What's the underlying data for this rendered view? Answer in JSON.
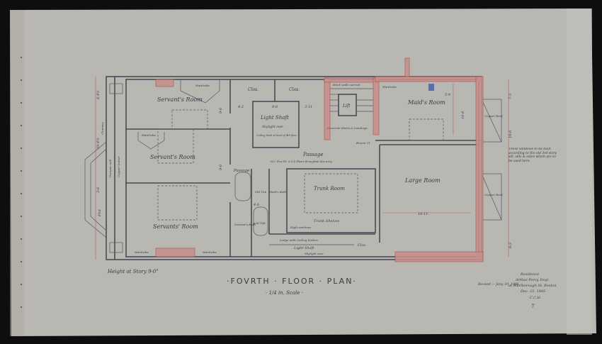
{
  "drawing": {
    "title": "·FOVRTH · FLOOR · PLAN·",
    "scale": "· 1/4 in. Scale ·",
    "story_height": "Height at Story 9-0\"",
    "rooms": {
      "servants_room_1": "Servant's Room",
      "servants_room_2": "Servant's Room",
      "servants_room_3": "Servants' Room",
      "clos_1": "Clos.",
      "clos_2": "Clos.",
      "light_shaft": "Light Shaft",
      "skylight": "Skylight over",
      "ceiling_sash": "Ceiling Sash at level of 4th floor",
      "lift": "Lift",
      "stairs": "Concrete Stairs & Landings",
      "brick": "Brick walls carried",
      "maids_room": "Maid's Room",
      "passage": "Passage",
      "passage_2": "Passage",
      "floor_note": "H.C. Pine Flr. & S.P. Floors throughout this story",
      "broom_cl": "Broom Cl.",
      "trunk_room": "Trunk Room",
      "trunk_shelves": "Trunk Shelves",
      "large_room": "Large Room",
      "copper_roof_1": "Copper Roof",
      "copper_roof_2": "Copper Roof",
      "servants_bath": "Servant's Bath",
      "old_tub": "Old Tub",
      "maids_bath": "Maid's Bath",
      "tub": "and Tub",
      "ledge": "Ledge with Ceiling Sashes",
      "light_shaft_2": "Light Shaft",
      "skylight_2": "Skylight over",
      "clos_3": "Clos.",
      "wardrobe_1": "Wardrobe",
      "wardrobe_2": "Wardrobe",
      "wardrobe_3": "Wardrobe",
      "wardrobe_4": "Wardrobe",
      "wardrobe_5": "Wardrobe",
      "chimney": "Chimney",
      "parapet": "Parapet wall",
      "gutter": "Copper Gutter",
      "flat": "Flat",
      "high_windows": "High windows"
    },
    "dimensions": {
      "d1": "6-4½",
      "d2": "10-4½",
      "d3": "3-6",
      "d4": "9-6",
      "d5": "9-6",
      "d6": "8-6",
      "d7": "4-2",
      "d8": "3-11",
      "d9": "18-11",
      "d10": "10-8",
      "d11": "7-3",
      "d12": "10-0",
      "d13": "6-3",
      "d14": "5-9",
      "d15": "4-6"
    },
    "side_note": "These windows to be built according to the old 3rd story sill, sills & sides which are to be used here.",
    "title_block": {
      "revised": "Revised — Jany. 10, 1906",
      "line1": "Residence",
      "line2": "Arthur Perry, Esqr.",
      "line3": "at Marlborough St. Boston",
      "line4": "Dec. 23, 1905",
      "line5": "C.C.H.",
      "sheet": "7"
    }
  }
}
